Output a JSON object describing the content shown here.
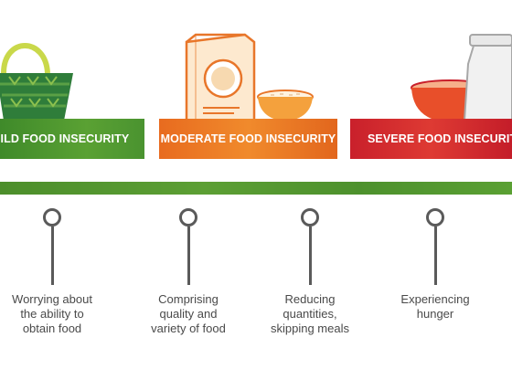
{
  "stages": [
    {
      "label": "MILD FOOD INSECURITY",
      "caption_lines": [
        "Worrying about",
        "the ability to",
        "obtain food"
      ]
    },
    {
      "label": "MODERATE FOOD INSECURITY",
      "caption_lines": [
        "Comprising",
        "quality and",
        "variety of food"
      ]
    },
    {
      "label": "",
      "caption_lines": [
        "Reducing",
        "quantities,",
        "skipping meals"
      ]
    },
    {
      "label": "SEVERE FOOD INSECURITY",
      "caption_lines": [
        "Experiencing",
        "hunger"
      ]
    }
  ],
  "colors": {
    "mild": "#5aa133",
    "moderate": "#f08a2c",
    "severe": "#de3a33",
    "timeline": "#5c9f34",
    "marker": "#5a5a5a"
  },
  "icons": [
    "basket-icon",
    "cereal-box-icon",
    "rice-bowl-icon",
    "empty-bowl-icon",
    "jar-icon"
  ]
}
